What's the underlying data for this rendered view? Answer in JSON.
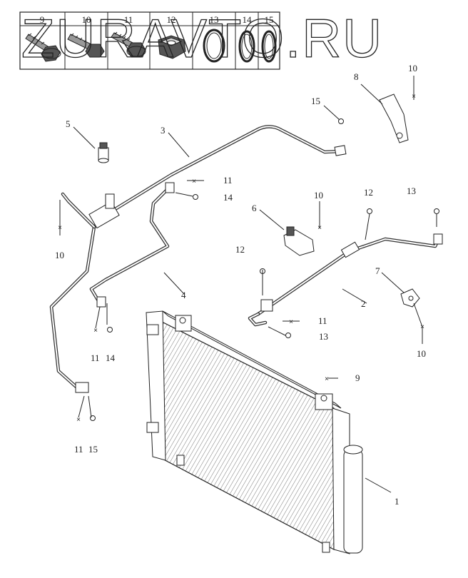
{
  "watermark": "ZURAVTO.RU",
  "legend": {
    "items": [
      {
        "num": "9",
        "icon": "bolt-flange-icon"
      },
      {
        "num": "10",
        "icon": "bolt-icon"
      },
      {
        "num": "11",
        "icon": "bolt-flange-icon"
      },
      {
        "num": "12",
        "icon": "nut-icon"
      },
      {
        "num": "13",
        "icon": "o-ring-icon"
      },
      {
        "num": "14",
        "icon": "o-ring-icon"
      },
      {
        "num": "15",
        "icon": "o-ring-icon"
      }
    ]
  },
  "callouts": {
    "p1": "1",
    "p2": "2",
    "p3": "3",
    "p4": "4",
    "p5": "5",
    "p6": "6",
    "p7": "7",
    "p8": "8",
    "p9": "9",
    "p10a": "10",
    "p10b": "10",
    "p10c": "10",
    "p10d": "10",
    "p11a": "11",
    "p11b": "11",
    "p11c": "11",
    "p11d": "11",
    "p12a": "12",
    "p12b": "12",
    "p13a": "13",
    "p13b": "13",
    "p14a": "14",
    "p14b": "14",
    "p15a": "15",
    "p15b": "15"
  }
}
